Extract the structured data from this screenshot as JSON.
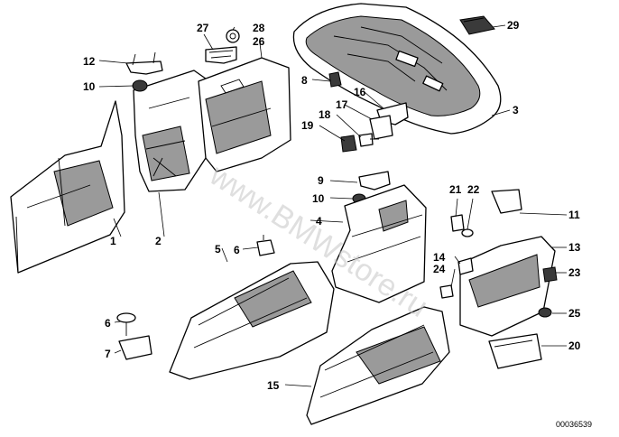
{
  "watermark": "www.BMWstore.ru",
  "reference_code": "00036539",
  "callouts": {
    "c1": "1",
    "c2": "2",
    "c3": "3",
    "c4": "4",
    "c5": "5",
    "c6a": "6",
    "c6b": "6",
    "c7": "7",
    "c8": "8",
    "c9": "9",
    "c10a": "10",
    "c10b": "10",
    "c11": "11",
    "c12": "12",
    "c13": "13",
    "c14": "14",
    "c15": "15",
    "c16": "16",
    "c17": "17",
    "c18": "18",
    "c19": "19",
    "c20": "20",
    "c21": "21",
    "c22": "22",
    "c23": "23",
    "c24": "24",
    "c25": "25",
    "c26": "26",
    "c27": "27",
    "c28": "28",
    "c29": "29"
  }
}
